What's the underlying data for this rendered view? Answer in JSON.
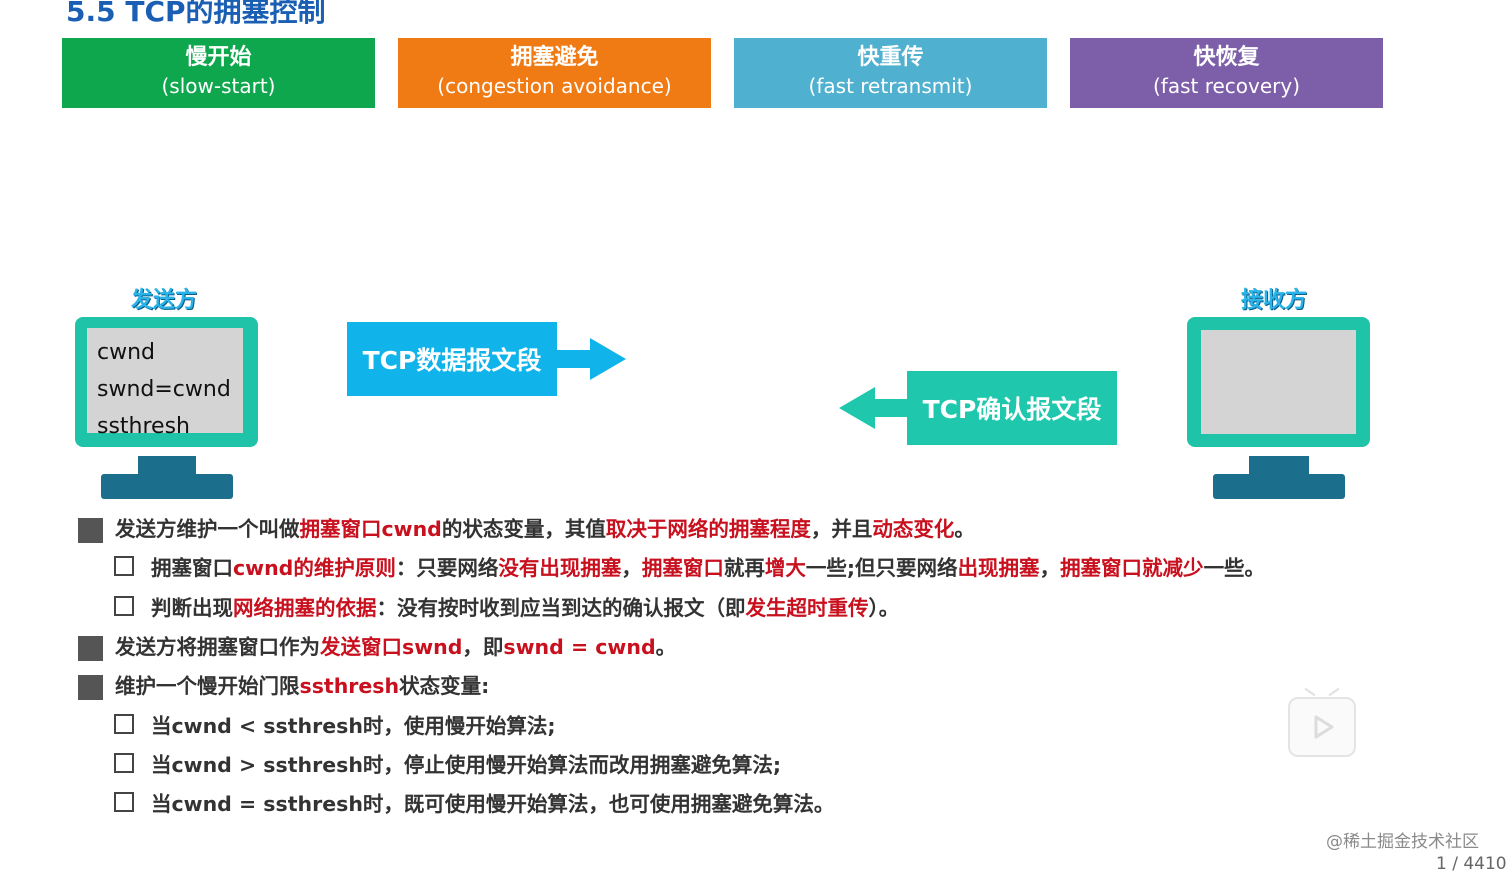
{
  "slide": {
    "title": "5.5 TCP的拥塞控制"
  },
  "phases": [
    {
      "cn": "慢开始",
      "en": "(slow-start)",
      "color": "#0fa74d"
    },
    {
      "cn": "拥塞避免",
      "en": "(congestion avoidance)",
      "color": "#f07a13"
    },
    {
      "cn": "快重传",
      "en": "(fast retransmit)",
      "color": "#4fb0cf"
    },
    {
      "cn": "快恢复",
      "en": "(fast recovery)",
      "color": "#7d5ea8"
    }
  ],
  "sender": {
    "label": "发送方",
    "vars": [
      "cwnd",
      "swnd=cwnd",
      "ssthresh"
    ]
  },
  "receiver": {
    "label": "接收方"
  },
  "segments": {
    "data_segment": "TCP数据报文段",
    "ack_segment": "TCP确认报文段",
    "data_color": "#10b3ea",
    "ack_color": "#1fc8ad"
  },
  "bullets": [
    {
      "level": 1,
      "parts": [
        {
          "t": "发送方维护一个叫做",
          "r": false
        },
        {
          "t": "拥塞窗口cwnd",
          "r": true
        },
        {
          "t": "的状态变量，其值",
          "r": false
        },
        {
          "t": "取决于网络的拥塞程度",
          "r": true
        },
        {
          "t": "，并且",
          "r": false
        },
        {
          "t": "动态变化",
          "r": true
        },
        {
          "t": "。",
          "r": false
        }
      ]
    },
    {
      "level": 2,
      "parts": [
        {
          "t": "拥塞窗口",
          "r": false
        },
        {
          "t": "cwnd的维护原则",
          "r": true
        },
        {
          "t": "：只要网络",
          "r": false
        },
        {
          "t": "没有出现拥塞",
          "r": true
        },
        {
          "t": "，",
          "r": false
        },
        {
          "t": "拥塞窗口",
          "r": true
        },
        {
          "t": "就再",
          "r": false
        },
        {
          "t": "增大",
          "r": true
        },
        {
          "t": "一些;但只要网络",
          "r": false
        },
        {
          "t": "出现拥塞",
          "r": true
        },
        {
          "t": "，",
          "r": false
        },
        {
          "t": "拥塞窗口就减少",
          "r": true
        },
        {
          "t": "一些。",
          "r": false
        }
      ]
    },
    {
      "level": 2,
      "parts": [
        {
          "t": "判断出现",
          "r": false
        },
        {
          "t": "网络拥塞的依据",
          "r": true
        },
        {
          "t": "：没有按时收到应当到达的确认报文（即",
          "r": false
        },
        {
          "t": "发生超时重传",
          "r": true
        },
        {
          "t": "）。",
          "r": false
        }
      ]
    },
    {
      "level": 1,
      "parts": [
        {
          "t": "发送方将拥塞窗口作为",
          "r": false
        },
        {
          "t": "发送窗口swnd",
          "r": true
        },
        {
          "t": "，即",
          "r": false
        },
        {
          "t": "swnd = cwnd",
          "r": true
        },
        {
          "t": "。",
          "r": false
        }
      ]
    },
    {
      "level": 1,
      "parts": [
        {
          "t": "维护一个慢开始门限",
          "r": false
        },
        {
          "t": "ssthresh",
          "r": true
        },
        {
          "t": "状态变量:",
          "r": false
        }
      ]
    },
    {
      "level": 2,
      "parts": [
        {
          "t": "当cwnd < ssthresh时，使用慢开始算法;",
          "r": false
        }
      ]
    },
    {
      "level": 2,
      "parts": [
        {
          "t": "当cwnd > ssthresh时，停止使用慢开始算法而改用拥塞避免算法;",
          "r": false
        }
      ]
    },
    {
      "level": 2,
      "parts": [
        {
          "t": "当cwnd = ssthresh时，既可使用慢开始算法，也可使用拥塞避免算法。",
          "r": false
        }
      ]
    }
  ],
  "overlay": {
    "watermark": "@稀土掘金技术社区",
    "page_indicator": "1 / 4410",
    "video_icon": "play-icon"
  }
}
